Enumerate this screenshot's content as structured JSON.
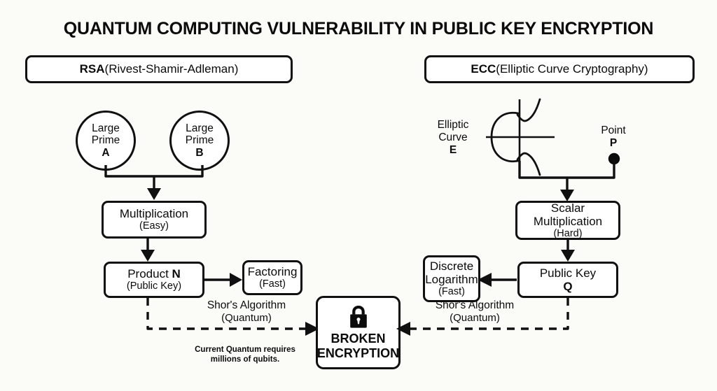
{
  "page": {
    "title": "QUANTUM COMPUTING VULNERABILITY IN PUBLIC KEY ENCRYPTION",
    "background_color": "#fbfbf8",
    "ink_color": "#101010",
    "box_fill": "#ffffff"
  },
  "rsa": {
    "header": {
      "strong": "RSA",
      "rest": " (Rivest-Shamir-Adleman)"
    },
    "prime_a": {
      "line1": "Large",
      "line2": "Prime",
      "line3": "A"
    },
    "prime_b": {
      "line1": "Large",
      "line2": "Prime",
      "line3": "B"
    },
    "multiplication": {
      "line1": "Multiplication",
      "sub": "(Easy)"
    },
    "product": {
      "line1_a": "Product ",
      "line1_b": "N",
      "sub": "(Public Key)"
    },
    "factoring": {
      "line1": "Factoring",
      "sub": "(Fast)"
    },
    "shor_label": {
      "line1": "Shor's Algorithm",
      "line2": "(Quantum)"
    },
    "qubit_note": {
      "line1": "Current Quantum requires",
      "line2": "millions of qubits."
    }
  },
  "ecc": {
    "header": {
      "strong": "ECC",
      "rest": " (Elliptic Curve Cryptography)"
    },
    "curve_label": {
      "line1": "Elliptic",
      "line2": "Curve",
      "line3": "E"
    },
    "point_label": {
      "line1": "Point",
      "line2": "P"
    },
    "scalar_multiplication": {
      "line1": "Scalar",
      "line2": "Multiplication",
      "sub": "(Hard)"
    },
    "public_key": {
      "line1": "Public Key",
      "line2": "Q"
    },
    "discrete_log": {
      "line1": "Discrete",
      "line2": "Logarithm",
      "sub": "(Fast)"
    },
    "shor_label": {
      "line1": "Shor's Algorithm",
      "line2": "(Quantum)"
    }
  },
  "center": {
    "icon": "padlock-icon",
    "line1": "BROKEN",
    "line2": "ENCRYPTION"
  }
}
